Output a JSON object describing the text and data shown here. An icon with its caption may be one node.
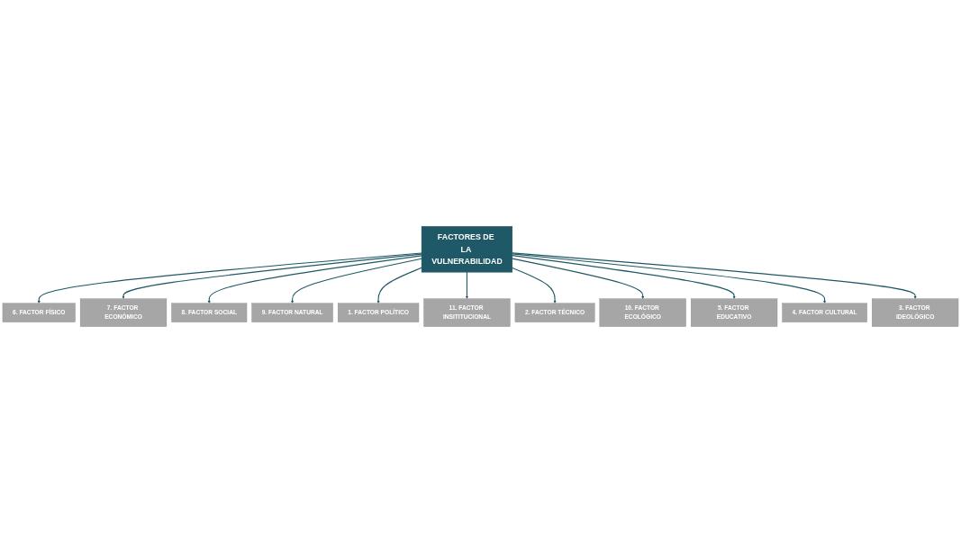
{
  "diagram": {
    "nodes": [
      {
        "text": [
          "FACTORES DE LA VULNERABILIDAD"
        ]
      },
      {
        "text": [
          "6. FACTOR FÍSICO"
        ]
      },
      {
        "text": [
          "7. FACTOR ECONÓMICO"
        ]
      },
      {
        "text": [
          "8. FACTOR SOCIAL"
        ]
      },
      {
        "text": [
          "9. FACTOR NATURAL"
        ]
      },
      {
        "text": [
          "1. FACTOR POLÍTICO"
        ]
      },
      {
        "text": [
          "11. FACTOR INSITITUCIONAL"
        ]
      },
      {
        "text": [
          "2. FACTOR TÉCNICO"
        ]
      },
      {
        "text": [
          "10. FACTOR ECOLÓGICO"
        ]
      },
      {
        "text": [
          "5. FACTOR EDUCATIVO"
        ]
      },
      {
        "text": [
          "4. FACTOR CULTURAL"
        ]
      },
      {
        "text": [
          "3. FACTOR IDEOLÓGICO"
        ]
      }
    ],
    "edges": [
      {
        "from": 0,
        "to": 1,
        "arrow": "to"
      },
      {
        "from": 0,
        "to": 2,
        "arrow": "to"
      },
      {
        "from": 0,
        "to": 3,
        "arrow": "to"
      },
      {
        "from": 0,
        "to": 4,
        "arrow": "to"
      },
      {
        "from": 0,
        "to": 5,
        "arrow": "to"
      },
      {
        "from": 0,
        "to": 6,
        "arrow": "to"
      },
      {
        "from": 0,
        "to": 7,
        "arrow": "to"
      },
      {
        "from": 0,
        "to": 8,
        "arrow": "to"
      },
      {
        "from": 0,
        "to": 9,
        "arrow": "to"
      },
      {
        "from": 0,
        "to": 10,
        "arrow": "to"
      },
      {
        "from": 0,
        "to": 11,
        "arrow": "to"
      }
    ]
  }
}
